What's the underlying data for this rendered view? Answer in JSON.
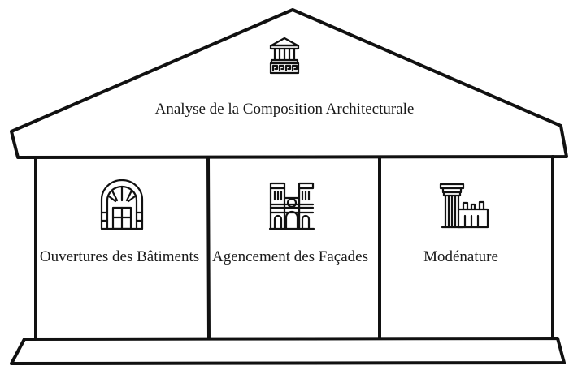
{
  "roof": {
    "title": "Analyse de la Composition Architecturale",
    "icon": "greek-temple-icon"
  },
  "pillars": [
    {
      "label": "Ouvertures des Bâtiments",
      "icon": "arched-window-icon"
    },
    {
      "label": "Agencement des Façades",
      "icon": "cathedral-facade-icon"
    },
    {
      "label": "Modénature",
      "icon": "column-capital-icon"
    }
  ],
  "colors": {
    "stroke": "#111111",
    "text": "#1a1a1a",
    "background": "#ffffff"
  }
}
